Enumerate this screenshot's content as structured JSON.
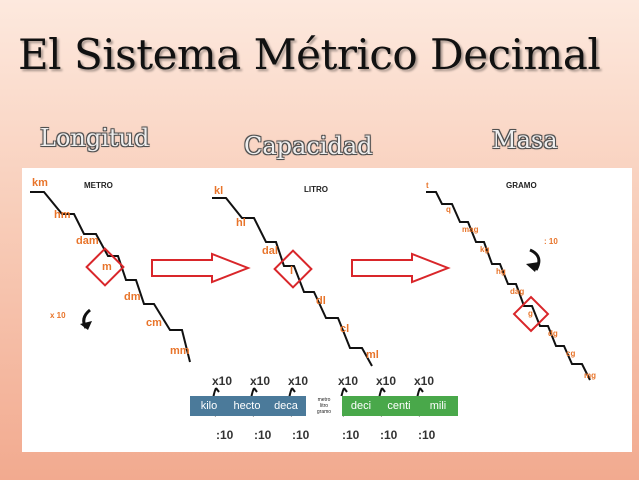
{
  "title": "El Sistema Métrico Decimal",
  "columns": [
    {
      "heading": "Longitud",
      "unit_name": "METRO",
      "steps": [
        "km",
        "hm",
        "dam",
        "m",
        "dm",
        "cm",
        "mm"
      ],
      "note": "x 10"
    },
    {
      "heading": "Capacidad",
      "unit_name": "LITRO",
      "steps": [
        "kl",
        "hl",
        "dal",
        "l",
        "dl",
        "cl",
        "ml"
      ]
    },
    {
      "heading": "Masa",
      "unit_name": "GRAMO",
      "steps": [
        "t",
        "q",
        "mag",
        "kg",
        "hg",
        "dag",
        "g",
        "dg",
        "cg",
        "mg"
      ],
      "note": ": 10"
    }
  ],
  "prefix_bar": {
    "cells": [
      {
        "label": "kilo",
        "color": "#4b7a9a"
      },
      {
        "label": "hecto",
        "color": "#4b7a9a"
      },
      {
        "label": "deca",
        "color": "#4b7a9a"
      },
      {
        "label": "metro\nlitro\ngramo",
        "color": "#ffffff"
      },
      {
        "label": "deci",
        "color": "#49a84a"
      },
      {
        "label": "centi",
        "color": "#49a84a"
      },
      {
        "label": "mili",
        "color": "#49a84a"
      }
    ],
    "multiply": "x10",
    "divide": ":10"
  },
  "colors": {
    "accent": "#e8742a",
    "arrow": "#d9262a",
    "highlight": "#d9262a"
  }
}
